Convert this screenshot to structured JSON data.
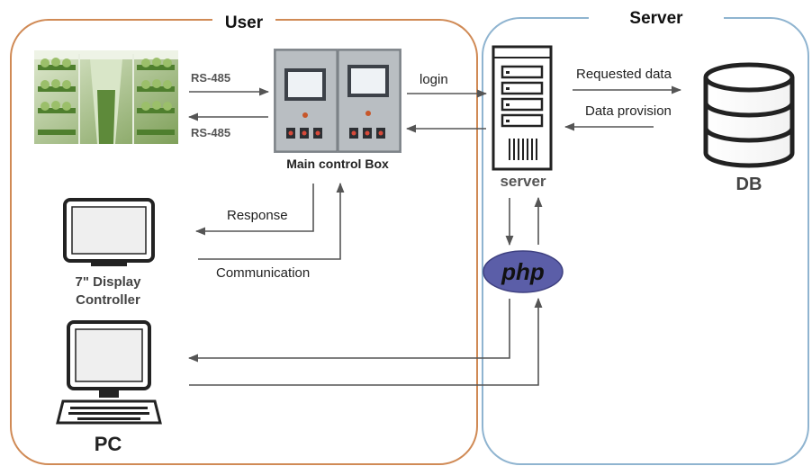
{
  "groups": {
    "user_title": "User",
    "server_title": "Server"
  },
  "nodes": {
    "main_control_box": "Main control Box",
    "display_line1": "7\" Display",
    "display_line2": "Controller",
    "pc": "PC",
    "server": "server",
    "php": "php",
    "db": "DB"
  },
  "edges": {
    "rs485_in": "RS-485",
    "rs485_out": "RS-485",
    "login": "login",
    "response": "Response",
    "communication": "Communication",
    "requested_data": "Requested data",
    "data_provision": "Data provision"
  },
  "colors": {
    "user_border": "#d08a55",
    "server_border": "#8fb4d0",
    "arrow": "#555555",
    "php_fill": "#5b5ea8"
  },
  "icons": {
    "farm": "vertical-farm-photo",
    "control_box": "control-cabinet-icon",
    "display": "monitor-icon",
    "pc": "desktop-computer-icon",
    "server": "server-tower-icon",
    "php": "php-logo-icon",
    "db": "database-icon"
  }
}
